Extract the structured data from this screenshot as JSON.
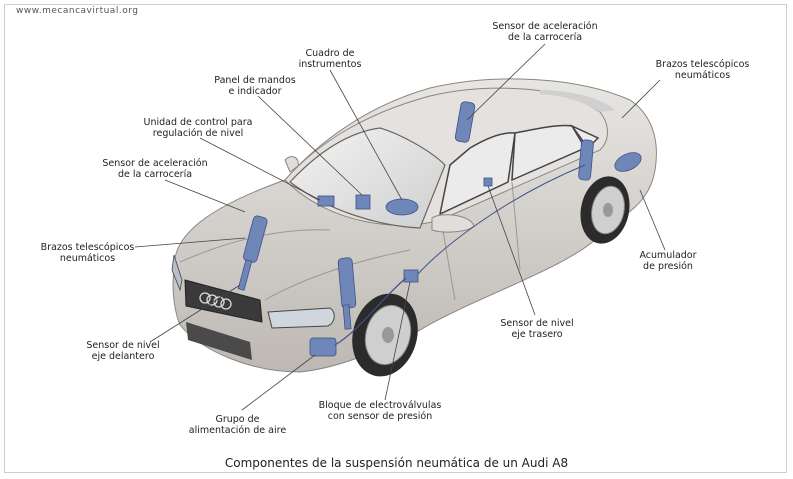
{
  "site": "www.mecancavirtual.org",
  "caption": "Componentes de la suspensión neumática de un Audi A8",
  "labels": {
    "sensor_acel_top": "Sensor de aceleración\nde la carrocería",
    "cuadro": "Cuadro de\ninstrumentos",
    "panel": "Panel de mandos\ne indicador",
    "unidad": "Unidad de control para\nregulación de nivel",
    "sensor_acel_left": "Sensor de aceleración\nde la carrocería",
    "brazos_left": "Brazos telescópicos\nneumáticos",
    "brazos_right": "Brazos telescópicos\nneumáticos",
    "acumulador": "Acumulador\nde presión",
    "sensor_nivel_del": "Sensor de nivel\neje delantero",
    "sensor_nivel_tras": "Sensor de nivel\neje trasero",
    "grupo": "Grupo de\nalimentación de aire",
    "bloque": "Bloque de electroválvulas\ncon sensor de presión"
  },
  "colors": {
    "car_body": "#d6d3d0",
    "component": "#6f86b8",
    "leader": "#444444"
  }
}
